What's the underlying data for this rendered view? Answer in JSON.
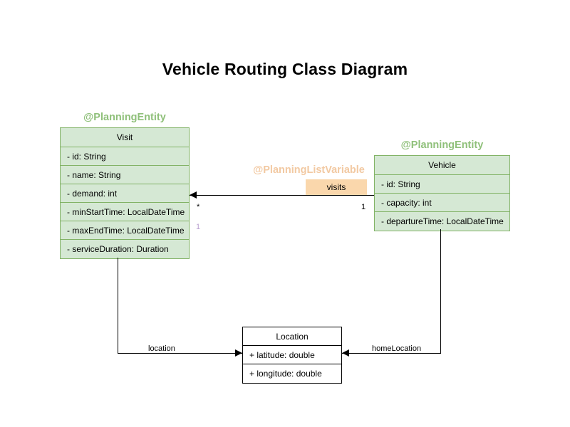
{
  "diagram": {
    "title": "Vehicle Routing Class Diagram",
    "type": "uml-class-diagram"
  },
  "classes": {
    "visit": {
      "stereotype": "@PlanningEntity",
      "name": "Visit",
      "attributes": [
        "- id: String",
        "- name: String",
        "- demand: int",
        "- minStartTime: LocalDateTime",
        "- maxEndTime: LocalDateTime",
        "- serviceDuration: Duration"
      ],
      "fill_color": "#d5e8d4",
      "border_color": "#82b366"
    },
    "vehicle": {
      "stereotype": "@PlanningEntity",
      "name": "Vehicle",
      "attributes": [
        "- id: String",
        "- capacity: int",
        "- departureTime: LocalDateTime"
      ],
      "fill_color": "#d5e8d4",
      "border_color": "#82b366"
    },
    "location": {
      "name": "Location",
      "attributes": [
        "+ latitude: double",
        "+ longitude: double"
      ],
      "fill_color": "#ffffff",
      "border_color": "#000000"
    }
  },
  "associations": {
    "visits": {
      "stereotype": "@PlanningListVariable",
      "label": "visits",
      "source": "Vehicle",
      "target": "Visit",
      "source_multiplicity": "1",
      "target_multiplicity": "*",
      "target_multiplicity_secondary": "1",
      "label_fill_color": "#fad7ac",
      "stereotype_color": "#f2c9a2"
    },
    "location": {
      "label": "location",
      "source": "Visit",
      "target": "Location"
    },
    "home_location": {
      "label": "homeLocation",
      "source": "Vehicle",
      "target": "Location"
    }
  },
  "theme": {
    "stereotype_color": "#8fc07a",
    "line_color": "#000000",
    "background": "#ffffff"
  }
}
